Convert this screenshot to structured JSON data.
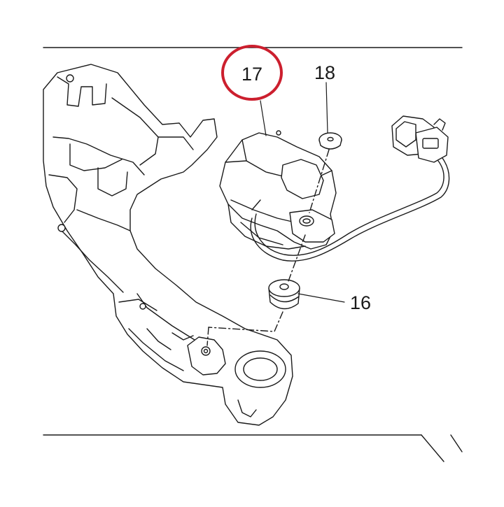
{
  "callouts": {
    "p17": "17",
    "p18": "18",
    "p16": "16"
  },
  "highlight": {
    "target": "17",
    "color": "#cc1f2e"
  },
  "colors": {
    "line": "#1a1a1a",
    "fill": "#ffffff"
  },
  "icons": {
    "bracket": "frame-bracket-icon",
    "actuator": "actuator-motor-icon",
    "screw": "screw-icon",
    "grommet": "grommet-icon",
    "connector": "wire-connector-icon"
  }
}
